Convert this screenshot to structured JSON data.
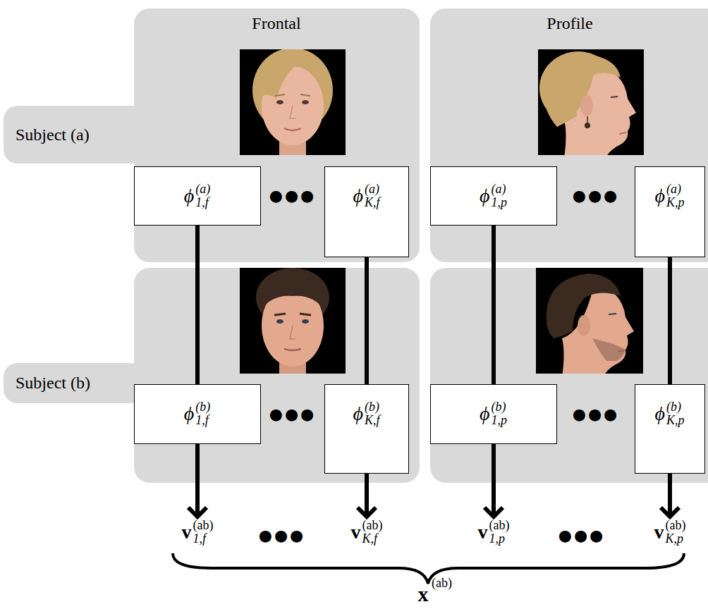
{
  "diagram": {
    "nodes": [
      {
        "text": [
          "ϕ",
          "(a)",
          "1,f"
        ]
      },
      {
        "text": [
          "ϕ",
          "(a)",
          "K,f"
        ]
      },
      {
        "text": [
          "ϕ",
          "(a)",
          "1,p"
        ]
      },
      {
        "text": [
          "ϕ",
          "(a)",
          "K,p"
        ]
      },
      {
        "text": [
          "ϕ",
          "(b)",
          "1,f"
        ]
      },
      {
        "text": [
          "ϕ",
          "(b)",
          "K,f"
        ]
      },
      {
        "text": [
          "ϕ",
          "(b)",
          "1,p"
        ]
      },
      {
        "text": [
          "ϕ",
          "(b)",
          "K,p"
        ]
      },
      {
        "text": [
          "v",
          "(ab)",
          "1,f"
        ]
      },
      {
        "text": [
          "v",
          "(ab)",
          "K,f"
        ]
      },
      {
        "text": [
          "v",
          "(ab)",
          "1,p"
        ]
      },
      {
        "text": [
          "v",
          "(ab)",
          "K,p"
        ]
      }
    ],
    "edges": [
      {
        "from": 0,
        "to": 4,
        "arrow": "none"
      },
      {
        "from": 1,
        "to": 5,
        "arrow": "none"
      },
      {
        "from": 2,
        "to": 6,
        "arrow": "none"
      },
      {
        "from": 3,
        "to": 7,
        "arrow": "none"
      },
      {
        "from": 4,
        "to": 8,
        "arrow": "to"
      },
      {
        "from": 5,
        "to": 9,
        "arrow": "to"
      },
      {
        "from": 6,
        "to": 10,
        "arrow": "to"
      },
      {
        "from": 7,
        "to": 11,
        "arrow": "to"
      }
    ],
    "labels": [
      "Frontal",
      "Profile",
      "Subject (a)",
      "●●●",
      "●●●",
      "Subject (b)",
      "●●●",
      "●●●",
      "●●●",
      "●●●",
      "x",
      "(ab)"
    ]
  }
}
